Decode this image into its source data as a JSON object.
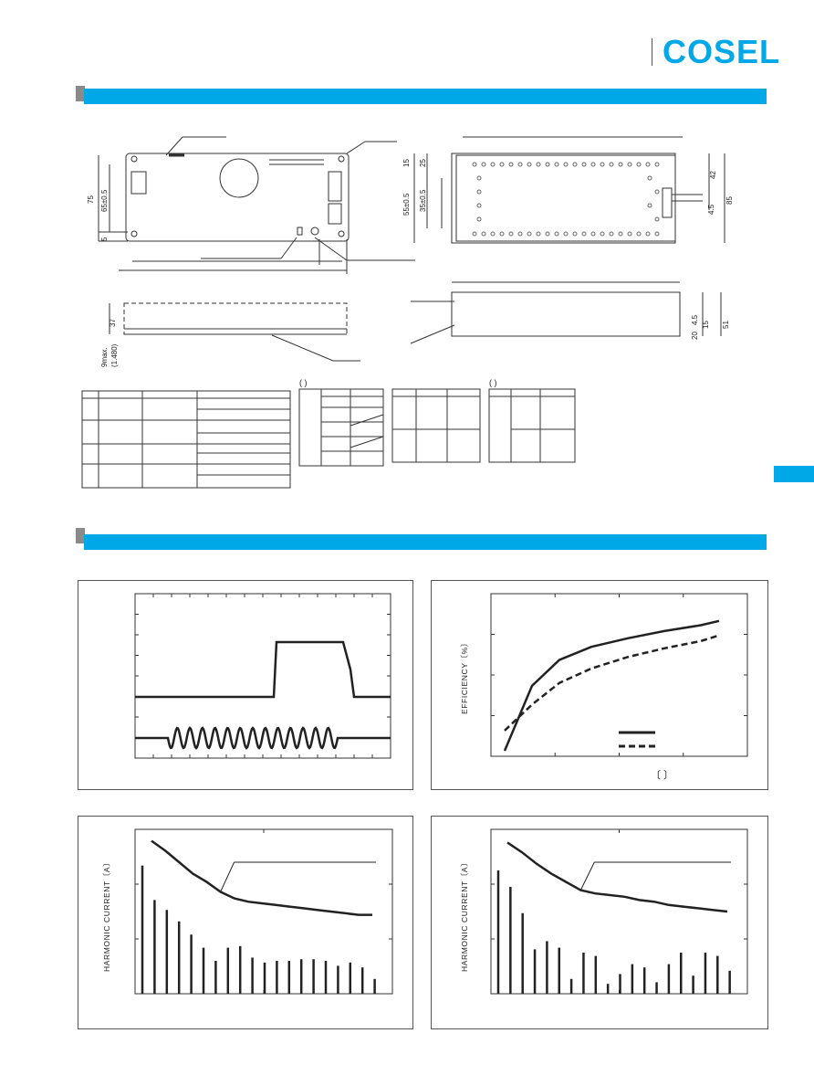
{
  "logo": {
    "text": "COSEL"
  },
  "colors": {
    "accent": "#00a8e8",
    "grey_tab": "#8a8a8a",
    "line": "#333333"
  },
  "drawings": {
    "dims_left": [
      "75",
      "65±0.5",
      "5"
    ],
    "dims_right_left": [
      "15",
      "25",
      "55±0.5",
      "35±0.5"
    ],
    "dims_right_right": [
      "42",
      "85",
      "4.5"
    ],
    "dims_side_left": [
      "37"
    ],
    "dims_side_bottom": [
      "9max.",
      "(1.480)"
    ],
    "dims_side_right": [
      "4.5",
      "15",
      "20",
      "51"
    ]
  },
  "tables": {
    "bracket_a": "(           )",
    "bracket_b": "(      )"
  },
  "chart_data": [
    {
      "type": "line",
      "title": "",
      "xlabel": "",
      "ylabel": "",
      "note": "waveform plot",
      "series": [
        {
          "values": "step pulse"
        },
        {
          "values": "sinusoid"
        }
      ],
      "grid": false
    },
    {
      "type": "line",
      "title": "",
      "xlabel": "",
      "ylabel": "EFFICIENCY〔%〕",
      "unit_label": "〔  〕",
      "series": [
        {
          "style": "solid",
          "values": [
            0,
            45,
            63,
            72,
            78,
            83,
            87,
            90
          ]
        },
        {
          "style": "dashed",
          "values": [
            14,
            32,
            47,
            57,
            65,
            71,
            76,
            80
          ]
        }
      ],
      "grid": false
    },
    {
      "type": "bar",
      "title": "",
      "xlabel": "",
      "ylabel": "HARMONIC CURRENT〔A〕",
      "values": [
        78,
        57,
        51,
        44,
        36,
        28,
        20,
        28,
        29,
        22,
        19,
        20,
        20,
        21,
        21,
        20,
        17,
        19,
        16,
        9
      ],
      "limit_line": [
        93,
        87,
        80,
        73,
        68,
        62,
        58,
        56,
        55,
        54,
        53,
        52,
        51,
        50,
        49,
        48,
        48
      ],
      "grid": false
    },
    {
      "type": "bar",
      "title": "",
      "xlabel": "",
      "ylabel": "HARMONIC CURRENT〔A〕",
      "values": [
        75,
        65,
        49,
        27,
        32,
        28,
        9,
        25,
        23,
        6,
        12,
        18,
        16,
        7,
        18,
        25,
        11,
        25,
        23,
        14
      ],
      "limit_line": [
        92,
        86,
        79,
        73,
        68,
        63,
        61,
        60,
        59,
        57,
        56,
        54,
        53,
        52,
        51,
        50
      ],
      "grid": false
    }
  ]
}
